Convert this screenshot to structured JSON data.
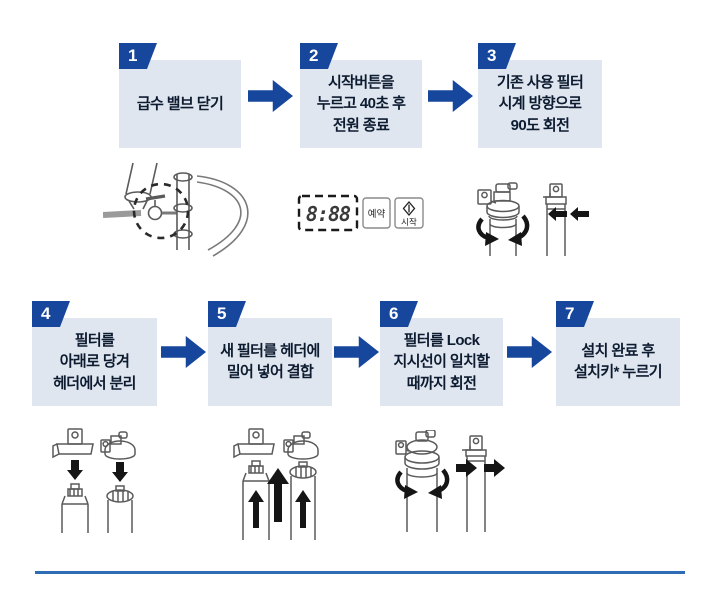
{
  "title": "filter-replacement-steps",
  "steps": [
    {
      "number": "1",
      "text": "급수 밸브 닫기"
    },
    {
      "number": "2",
      "text": "시작버튼을\n누르고 40초 후\n전원 종료"
    },
    {
      "number": "3",
      "text": "기존 사용 필터\n시계 방향으로\n90도 회전"
    },
    {
      "number": "4",
      "text": "필터를\n아래로 당겨\n헤더에서 분리"
    },
    {
      "number": "5",
      "text": "새 필터를 헤더에\n밀어 넣어 결합"
    },
    {
      "number": "6",
      "text": "필터를 Lock\n지시선이 일치할\n때까지 회전"
    },
    {
      "number": "7",
      "text": "설치 완료 후\n설치키* 누르기"
    }
  ],
  "panel": {
    "display_value": "8:88",
    "reserve_button_label": "예약",
    "start_button_label": "시작"
  },
  "icons": {
    "flow_arrow": "right-block-arrow-icon",
    "start_button_glyph": "diamond-start-icon",
    "rotate_arrows": "rotate-arrow-icon",
    "pull_down": "down-arrow-icon",
    "push_up": "up-arrow-icon",
    "slide_left": "left-arrow-icon",
    "slide_right": "right-arrow-icon",
    "valve_focus": "dashed-circle-highlight"
  },
  "colors": {
    "accent_blue": "#17479c",
    "box_background": "#dfe6f0",
    "text": "#0d1b30",
    "line_art": "#5a5a5a",
    "illustration_arrow": "#1a1a1a",
    "divider_blue": "#2e6cb5"
  }
}
